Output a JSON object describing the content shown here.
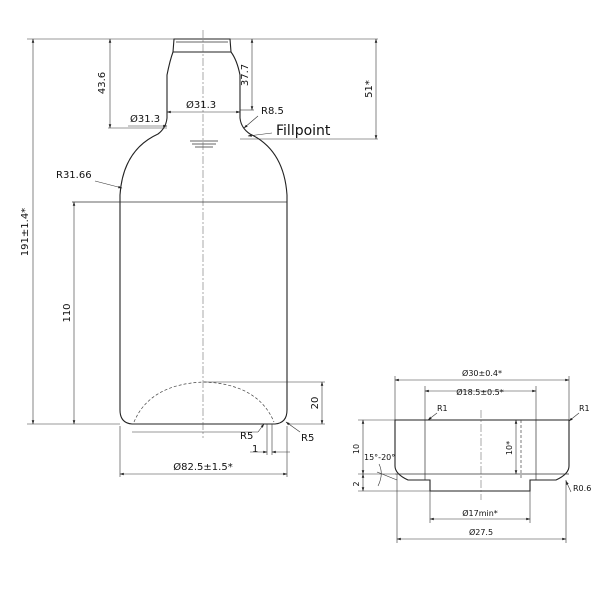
{
  "bottle": {
    "total_height": "191±1.4*",
    "neck_height": "43.6",
    "finish_height": "37.7",
    "fill_height": "51*",
    "neck_dia_left": "Ø31.3",
    "neck_dia_center": "Ø31.3",
    "neck_radius": "R8.5",
    "fillpoint": "Fillpoint",
    "shoulder_radius": "R31.66",
    "body_height": "110",
    "punt_height": "20",
    "heel_radius_left": "R5",
    "heel_radius_right": "R5",
    "base_offset": "1",
    "body_diameter": "Ø82.5±1.5*"
  },
  "finish": {
    "outer_dia": "Ø30±0.4*",
    "bore_dia": "Ø18.5±0.5*",
    "r_inner": "R1",
    "r_outer": "R1",
    "bore_depth": "10*",
    "total_height": "10",
    "angle": "15°-20°",
    "lip": "2",
    "r_small": "R0.6",
    "min_bore": "Ø17min*",
    "base_dia": "Ø27.5"
  }
}
